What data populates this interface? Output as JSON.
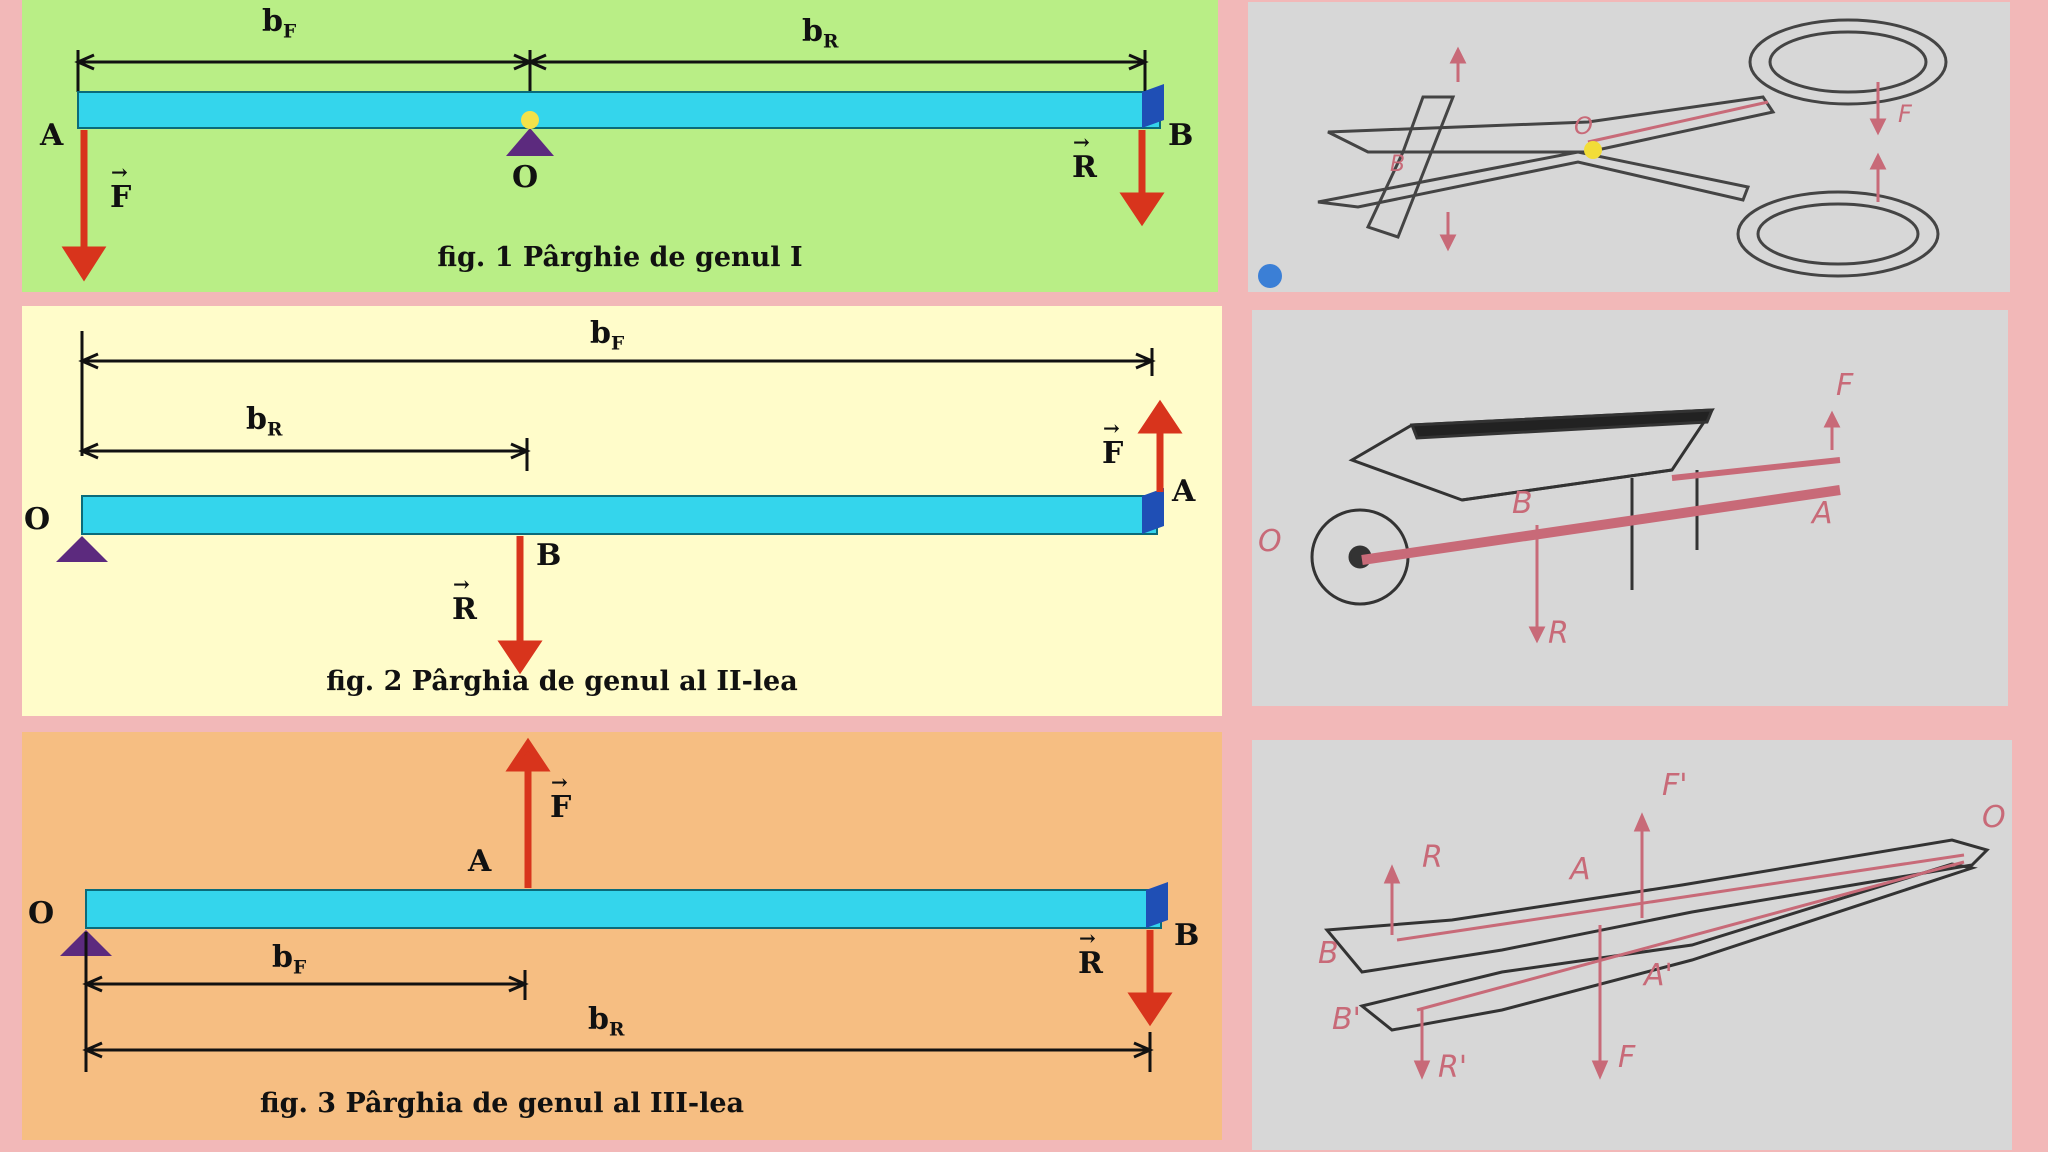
{
  "colors": {
    "background": "#f2b8b8",
    "panel1": "#b9ee86",
    "panel2": "#fffcca",
    "panel3": "#f6be82",
    "beam": "#34d5ec",
    "force": "#d8341c",
    "support": "#5c2a7e",
    "photo_line": "#c86a78"
  },
  "fig1": {
    "caption": "fig. 1 Pârghie de genul I",
    "b_main": "b",
    "b_F_sub": "F",
    "b_R_sub": "R",
    "point_A": "A",
    "point_O": "O",
    "point_B": "B",
    "force_F": "F",
    "force_R": "R"
  },
  "fig2": {
    "caption": "fig. 2 Pârghia de genul al II-lea",
    "b_main": "b",
    "b_F_sub": "F",
    "b_R_sub": "R",
    "point_O": "O",
    "point_A": "A",
    "point_B": "B",
    "force_F": "F",
    "force_R": "R"
  },
  "fig3": {
    "caption": "fig. 3 Pârghia de genul al III-lea",
    "b_main": "b",
    "b_F_sub": "F",
    "b_R_sub": "R",
    "point_O": "O",
    "point_A": "A",
    "point_B": "B",
    "force_F": "F",
    "force_R": "R"
  },
  "photo1": {
    "label_O": "O",
    "label_F": "F",
    "label_B": "B"
  },
  "photo2": {
    "label_O": "O",
    "label_B": "B",
    "label_A": "A",
    "label_F": "F",
    "label_R": "R"
  },
  "photo3": {
    "label_O": "O",
    "label_A": "A",
    "label_A2": "A'",
    "label_B": "B",
    "label_B2": "B'",
    "label_F": "F",
    "label_F2": "F'",
    "label_R": "R",
    "label_R2": "R'"
  }
}
